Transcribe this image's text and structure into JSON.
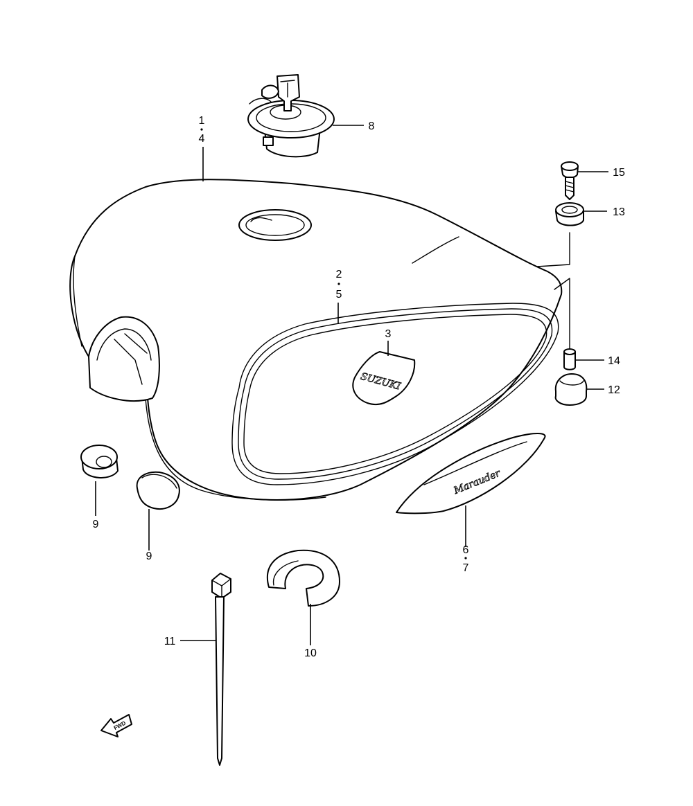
{
  "callouts": {
    "c1_4": {
      "top": "1",
      "bottom": "4"
    },
    "c2_5": {
      "top": "2",
      "bottom": "5"
    },
    "c3": "3",
    "c6_7": {
      "top": "6",
      "bottom": "7"
    },
    "c8": "8",
    "c9a": "9",
    "c9b": "9",
    "c10": "10",
    "c11": "11",
    "c12": "12",
    "c13": "13",
    "c14": "14",
    "c15": "15"
  },
  "emblem": {
    "tank_badge": "SUZUKI",
    "side_badge": "Marauder"
  },
  "direction_marker": "FWD"
}
